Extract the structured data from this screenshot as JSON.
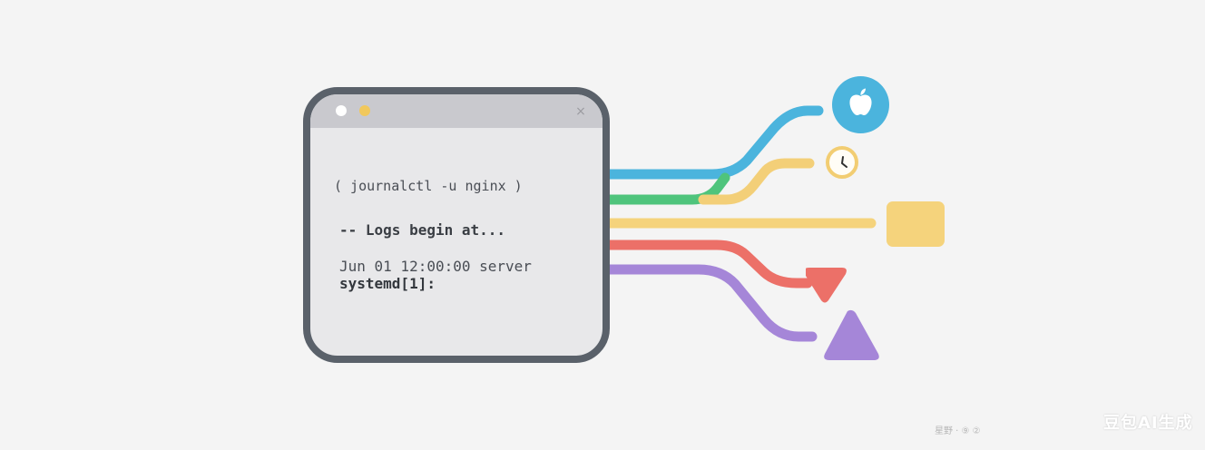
{
  "terminal": {
    "command": "( journalctl -u nginx )",
    "logs_line": "-- Logs begin at...",
    "date_line": "Jun 01 12:00:00 server",
    "systemd_line": "systemd[1]:",
    "close_glyph": "×"
  },
  "outputs": {
    "apple_icon": "apple-icon",
    "clock_icon": "clock-icon",
    "square_icon": "square-icon",
    "funnel_icon": "funnel-icon",
    "triangle_icon": "triangle-icon"
  },
  "colors": {
    "frame": "#5a616a",
    "blue": "#4bb4dd",
    "green": "#4fc47c",
    "yellow": "#f3cf78",
    "red": "#ec7068",
    "purple": "#a586d8"
  },
  "watermark": {
    "left_text": "星野 · ⑨ ②",
    "right_text": "豆包AI生成"
  }
}
